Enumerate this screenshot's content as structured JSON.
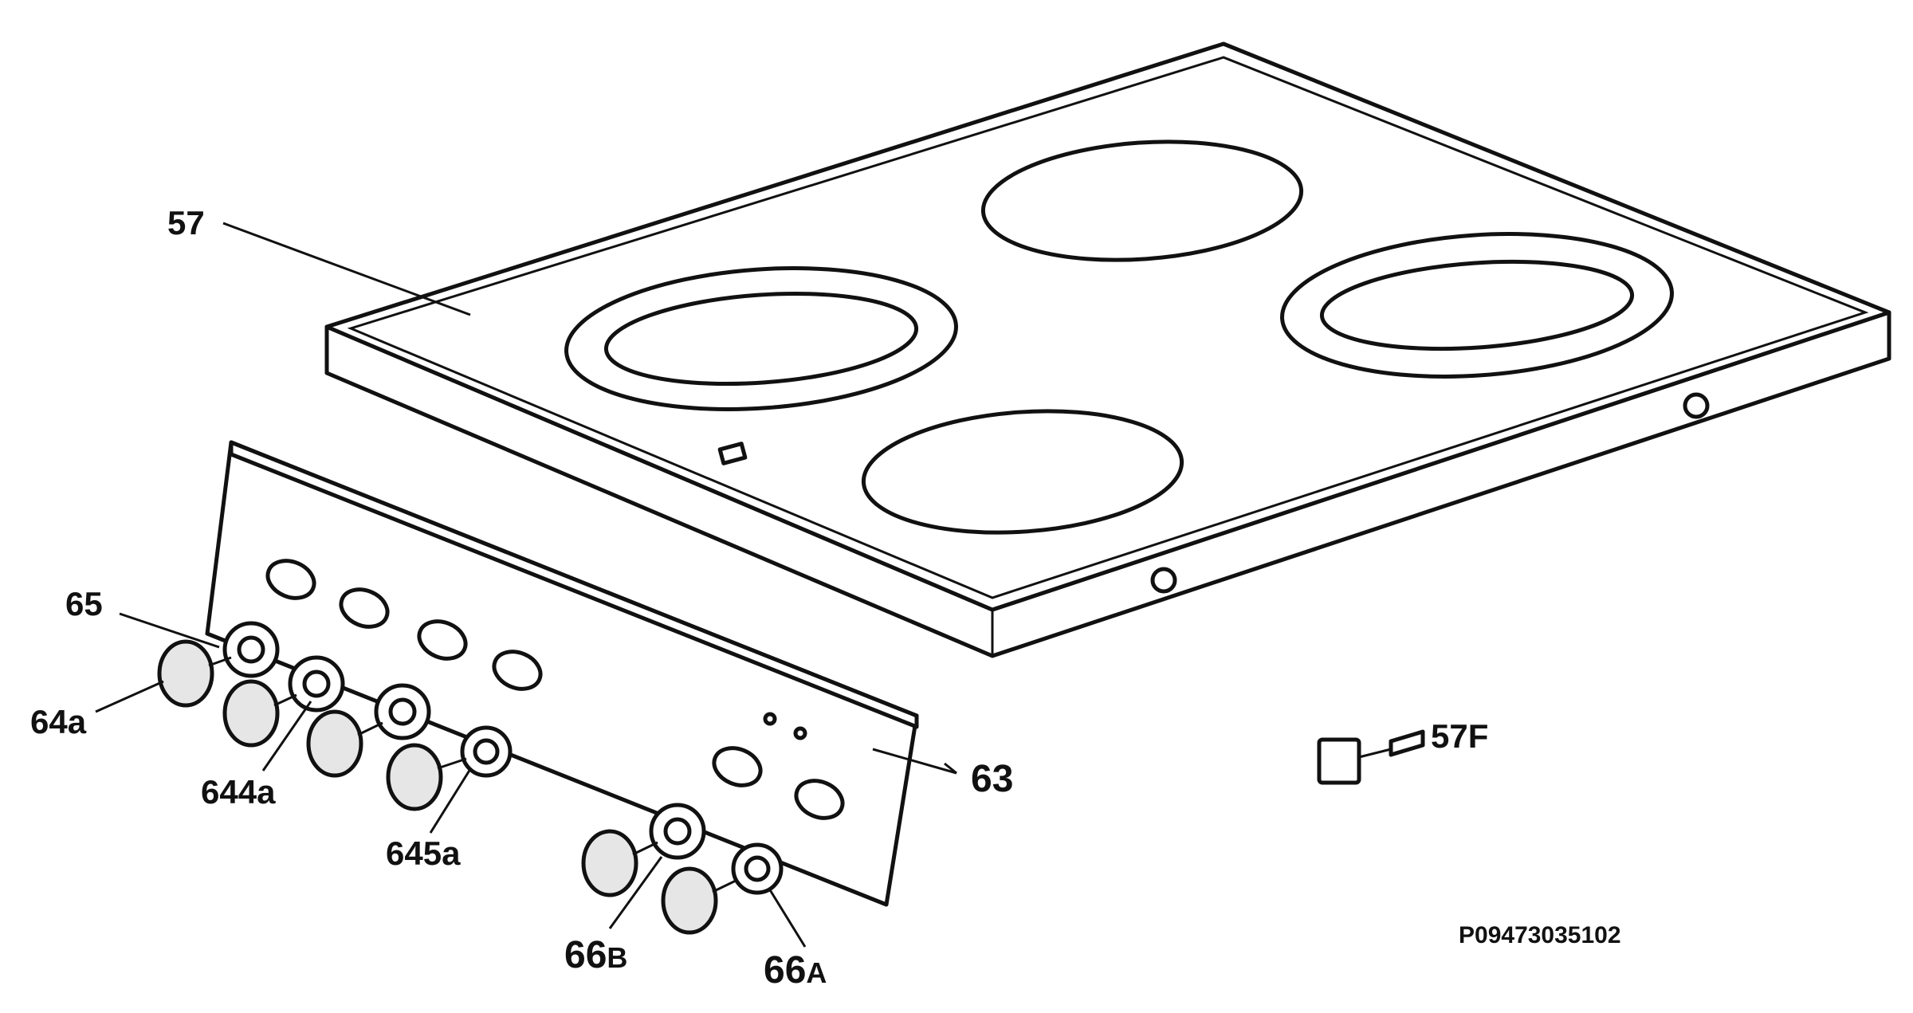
{
  "labels": {
    "hob": "57",
    "panel": "63",
    "p65": "65",
    "p64a": "64a",
    "p644a": "644a",
    "p645a": "645a",
    "p66b_num": "66",
    "p66b_letter": "B",
    "p66a_num": "66",
    "p66a_letter": "A",
    "p57f": "57F"
  },
  "drawing_code": "P09473035102",
  "icons": {
    "clip": "connector-clip-icon"
  }
}
